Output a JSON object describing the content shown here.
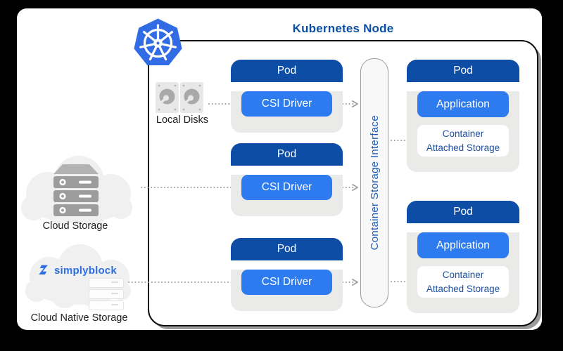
{
  "title": "Kubernetes Node",
  "colors": {
    "background": "#000000",
    "card": "#ffffff",
    "pod_header_blue": "#0d4da6",
    "pod_body_gray": "#eaeae8",
    "button_blue": "#2e7bf0",
    "title_text_blue": "#0a4fa5",
    "csi_bar_text_blue": "#1d5cb4",
    "cas_text_blue": "#1d4f9e",
    "simplyblock_blue": "#2e6fe0",
    "kubernetes_logo_blue": "#326ce5",
    "arrow_gray": "#9f9f9f"
  },
  "external_storage": [
    {
      "label": "Local Disks",
      "icon": "hard-disk-icon"
    },
    {
      "label": "Cloud Storage",
      "icon": "server-cloud-icon"
    },
    {
      "label": "Cloud Native Storage",
      "icon": "simplyblock-cloud-icon",
      "brand": "simplyblock"
    }
  ],
  "csi_pods": [
    {
      "title": "Pod",
      "button": "CSI Driver"
    },
    {
      "title": "Pod",
      "button": "CSI Driver"
    },
    {
      "title": "Pod",
      "button": "CSI Driver"
    }
  ],
  "csi_bar": {
    "label": "Container Storage Interface"
  },
  "app_pods": [
    {
      "title": "Pod",
      "button": "Application",
      "storage": "Container Attached Storage"
    },
    {
      "title": "Pod",
      "button": "Application",
      "storage": "Container Attached Storage"
    }
  ]
}
